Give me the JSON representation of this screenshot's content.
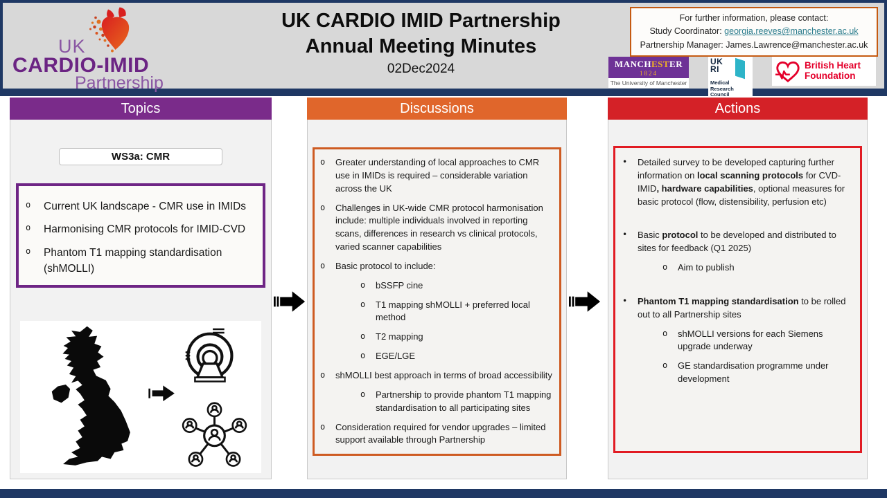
{
  "slide": {
    "title_line1": "UK CARDIO IMID Partnership",
    "title_line2": "Annual Meeting Minutes",
    "date": "02Dec2024"
  },
  "brand": {
    "uk": "UK",
    "main": "CARDIO-IMID",
    "sub": "Partnership"
  },
  "contact": {
    "line1": "For further information, please contact:",
    "line2_label": "Study Coordinator: ",
    "line2_email": "georgia.reeves@manchester.ac.uk",
    "line3": "Partnership Manager: James.Lawrence@manchester.ac.uk"
  },
  "partner_logos": {
    "manchester": {
      "part1": "MANCH",
      "part2": "EST",
      "part3": "ER",
      "year": "1824",
      "sub": "The University of Manchester"
    },
    "mrc": {
      "mark1": "UK",
      "mark2": "RI",
      "sub1": "Medical",
      "sub2": "Research",
      "sub3": "Council"
    },
    "bhf": {
      "line1": "British Heart",
      "line2": "Foundation"
    }
  },
  "columns": {
    "topics": {
      "header": "Topics",
      "ws_label": "WS3a: CMR",
      "items": [
        {
          "level": 1,
          "marker": "o",
          "segments": [
            {
              "t": "Current UK landscape - CMR use in IMIDs"
            }
          ]
        },
        {
          "level": 1,
          "marker": "o",
          "segments": [
            {
              "t": "Harmonising CMR protocols for IMID-CVD"
            }
          ]
        },
        {
          "level": 1,
          "marker": "o",
          "segments": [
            {
              "t": "Phantom T1 mapping standardisation (shMOLLI)"
            }
          ]
        }
      ]
    },
    "discussions": {
      "header": "Discussions",
      "items": [
        {
          "level": 1,
          "marker": "o",
          "segments": [
            {
              "t": "Greater understanding of local approaches to CMR use in IMIDs is required – considerable variation across the UK"
            }
          ]
        },
        {
          "level": 1,
          "marker": "o",
          "segments": [
            {
              "t": "Challenges in UK-wide CMR protocol harmonisation include: multiple individuals involved in reporting scans, differences in research vs clinical protocols, varied scanner capabilities"
            }
          ]
        },
        {
          "level": 1,
          "marker": "o",
          "segments": [
            {
              "t": "Basic protocol to include:"
            }
          ]
        },
        {
          "level": 2,
          "marker": "o",
          "segments": [
            {
              "t": "bSSFP cine"
            }
          ]
        },
        {
          "level": 2,
          "marker": "o",
          "segments": [
            {
              "t": "T1 mapping shMOLLI + preferred local method"
            }
          ]
        },
        {
          "level": 2,
          "marker": "o",
          "segments": [
            {
              "t": "T2 mapping"
            }
          ]
        },
        {
          "level": 2,
          "marker": "o",
          "segments": [
            {
              "t": "EGE/LGE"
            }
          ]
        },
        {
          "level": 1,
          "marker": "o",
          "segments": [
            {
              "t": "shMOLLI best approach in terms of broad accessibility"
            }
          ]
        },
        {
          "level": 2,
          "marker": "o",
          "segments": [
            {
              "t": "Partnership to provide phantom T1 mapping standardisation to all participating sites"
            }
          ]
        },
        {
          "level": 1,
          "marker": "o",
          "segments": [
            {
              "t": "Consideration required for vendor upgrades – limited support available through Partnership"
            }
          ]
        }
      ]
    },
    "actions": {
      "header": "Actions",
      "items": [
        {
          "level": 1,
          "marker": "•",
          "segments": [
            {
              "t": "Detailed survey to be developed capturing further information on "
            },
            {
              "t": "local scanning protocols",
              "b": true
            },
            {
              "t": " for CVD-IMID"
            },
            {
              "t": ", hardware capabilities",
              "b": true
            },
            {
              "t": ", optional measures for basic protocol (flow, distensibility, perfusion etc)"
            }
          ]
        },
        {
          "level": 1,
          "marker": "•",
          "gap_before": true,
          "segments": [
            {
              "t": "Basic "
            },
            {
              "t": "protocol",
              "b": true
            },
            {
              "t": " to be developed and distributed to sites for feedback (Q1 2025)"
            }
          ]
        },
        {
          "level": 2,
          "marker": "o",
          "segments": [
            {
              "t": "Aim to publish"
            }
          ]
        },
        {
          "level": 1,
          "marker": "•",
          "gap_before": true,
          "segments": [
            {
              "t": "Phantom T1 mapping standardisation",
              "b": true
            },
            {
              "t": " to be rolled out to all Partnership sites"
            }
          ]
        },
        {
          "level": 2,
          "marker": "o",
          "segments": [
            {
              "t": "shMOLLI versions for each Siemens upgrade underway"
            }
          ]
        },
        {
          "level": 2,
          "marker": "o",
          "segments": [
            {
              "t": "GE standardisation programme under development"
            }
          ]
        }
      ]
    }
  },
  "colors": {
    "navy": "#1f3864",
    "topics_purple": "#7a2b8a",
    "topics_border_purple": "#6e2585",
    "discussions_orange": "#e0662b",
    "discussions_border": "#ce5b22",
    "actions_red": "#d42127",
    "actions_border": "#e11b23",
    "contact_border_orange": "#c55a11",
    "link_teal": "#2e7e8e",
    "bhf_red": "#e4002b",
    "uom_purple": "#6e3296",
    "mrc_teal": "#2db4c8",
    "header_grey": "#d8d8d8",
    "panel_grey": "#f2f2f2"
  }
}
